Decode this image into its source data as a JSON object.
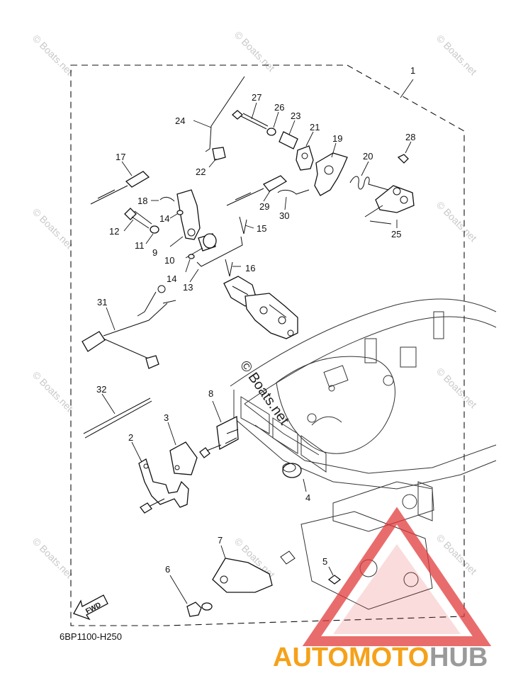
{
  "diagram": {
    "diagram_code": "6BP1100-H250",
    "fwd_label": "FWD",
    "watermark_text": "© Boats.net",
    "brand": {
      "part1": "AUTOMOTO",
      "part2": "HUB",
      "color1": "#f5a11a",
      "color2": "#9a9a9a",
      "triangle_color": "#e23b3b"
    },
    "callouts": {
      "c1": "1",
      "c2": "2",
      "c3": "3",
      "c4": "4",
      "c5": "5",
      "c6": "6",
      "c7": "7",
      "c8": "8",
      "c9": "9",
      "c10": "10",
      "c11": "11",
      "c12": "12",
      "c13": "13",
      "c14a": "14",
      "c14b": "14",
      "c15": "15",
      "c16": "16",
      "c17": "17",
      "c18": "18",
      "c19": "19",
      "c20": "20",
      "c21": "21",
      "c22": "22",
      "c23": "23",
      "c24": "24",
      "c25": "25",
      "c26": "26",
      "c27": "27",
      "c28": "28",
      "c29": "29",
      "c30": "30",
      "c31": "31",
      "c32": "32"
    }
  }
}
